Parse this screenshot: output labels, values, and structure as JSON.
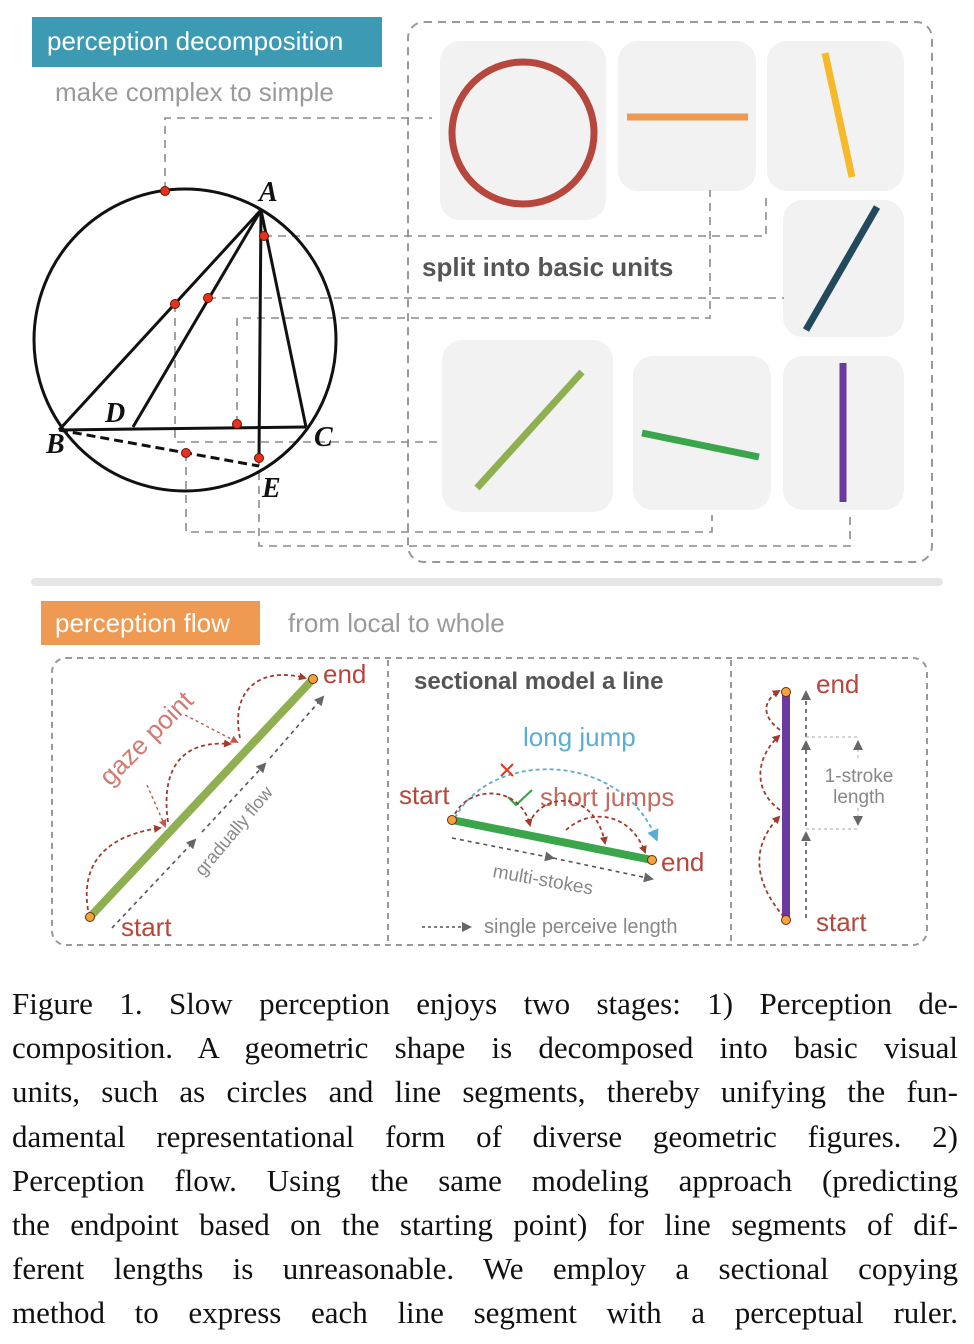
{
  "top": {
    "title": "perception decomposition",
    "subtitle": "make complex to simple",
    "split_label": "split into basic units",
    "points": {
      "A": "A",
      "B": "B",
      "C": "C",
      "D": "D",
      "E": "E"
    },
    "colors": {
      "title_bg": "#3d9ab3",
      "circle": "#b5473c",
      "orange": "#ef9a53",
      "yellow": "#f5b92a",
      "navy": "#234a5c",
      "olive": "#8eb050",
      "green": "#3aa54a",
      "purple": "#6a3aa0",
      "tile_bg": "#f2f2f2"
    }
  },
  "bottom": {
    "title": "perception flow",
    "subtitle": "from local to whole",
    "panel1": {
      "gaze": "gaze point",
      "flow": "gradually flow",
      "start": "start",
      "end": "end"
    },
    "panel2": {
      "heading": "sectional model a line",
      "long_jump": "long jump",
      "short_jumps": "short jumps",
      "start": "start",
      "end": "end",
      "multi": "multi-stokes",
      "legend": "single perceive length"
    },
    "panel3": {
      "end": "end",
      "start": "start",
      "len1": "1-stroke",
      "len2": "length"
    },
    "colors": {
      "title_bg": "#ef9a53",
      "red_text": "#b5473c",
      "blue": "#5aaed0"
    }
  },
  "caption": [
    "Figure 1. Slow perception enjoys two stages: 1) Perception de-",
    "composition. A geometric shape is decomposed into basic visual",
    "units, such as circles and line segments, thereby unifying the fun-",
    "damental representational form of diverse geometric figures. 2)",
    "Perception flow. Using the same modeling approach (predicting",
    "the endpoint based on the starting point) for line segments of dif-",
    "ferent lengths is unreasonable. We employ a sectional copying",
    "method to express each line segment with a perceptual ruler."
  ]
}
